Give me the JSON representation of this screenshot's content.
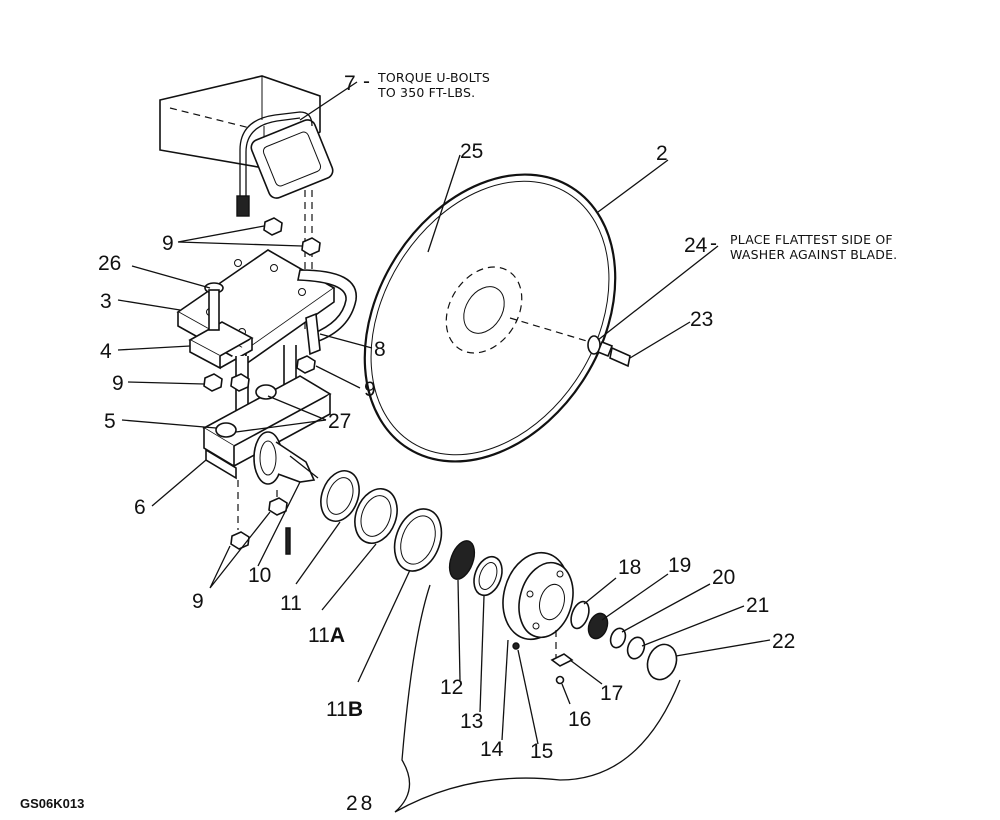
{
  "callouts": {
    "c7": "7",
    "c7_note_line1": "TORQUE U-BOLTS",
    "c7_note_line2": "TO 350 FT-LBS.",
    "c25": "25",
    "c2": "2",
    "c24": "24",
    "c24_note_line1": "PLACE FLATTEST SIDE OF",
    "c24_note_line2": "WASHER AGAINST BLADE.",
    "c23": "23",
    "c26": "26",
    "c3": "3",
    "c4": "4",
    "c8": "8",
    "c9_top": "9",
    "c9_left": "9",
    "c9_right": "9",
    "c9_bottom": "9",
    "c5": "5",
    "c27": "27",
    "c6": "6",
    "c10": "10",
    "c11": "11",
    "c11a_num": "11",
    "c11a_suffix": "A",
    "c11b_num": "11",
    "c11b_suffix": "B",
    "c12": "12",
    "c13": "13",
    "c14": "14",
    "c15": "15",
    "c16": "16",
    "c17": "17",
    "c18": "18",
    "c19": "19",
    "c20": "20",
    "c21": "21",
    "c22": "22",
    "c28": "28"
  },
  "drawing_code": "GS06K013"
}
